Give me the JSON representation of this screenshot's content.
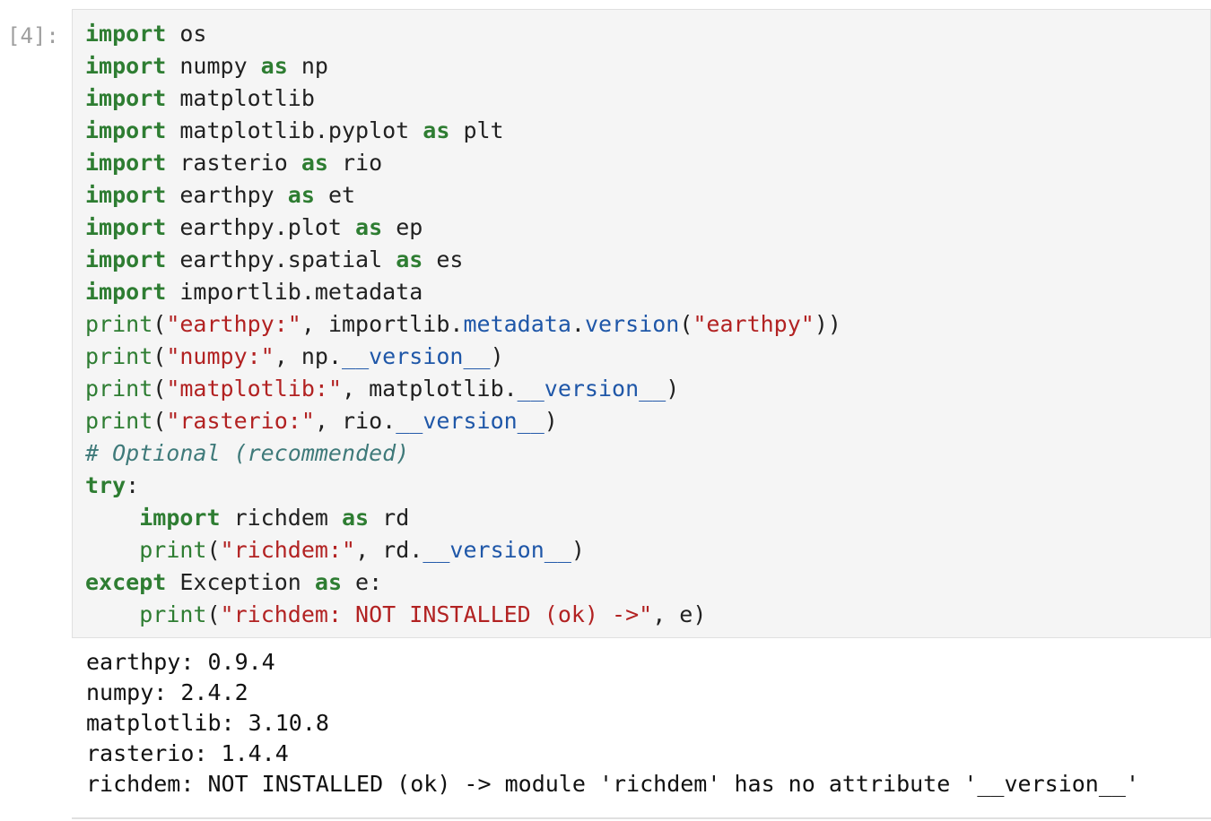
{
  "cell": {
    "prompt": "[4]:",
    "code_lines": [
      [
        {
          "c": "kw",
          "t": "import"
        },
        {
          "c": "",
          "t": " os"
        }
      ],
      [
        {
          "c": "kw",
          "t": "import"
        },
        {
          "c": "",
          "t": " numpy "
        },
        {
          "c": "kw",
          "t": "as"
        },
        {
          "c": "",
          "t": " np"
        }
      ],
      [
        {
          "c": "kw",
          "t": "import"
        },
        {
          "c": "",
          "t": " matplotlib"
        }
      ],
      [
        {
          "c": "kw",
          "t": "import"
        },
        {
          "c": "",
          "t": " matplotlib.pyplot "
        },
        {
          "c": "kw",
          "t": "as"
        },
        {
          "c": "",
          "t": " plt"
        }
      ],
      [
        {
          "c": "kw",
          "t": "import"
        },
        {
          "c": "",
          "t": " rasterio "
        },
        {
          "c": "kw",
          "t": "as"
        },
        {
          "c": "",
          "t": " rio"
        }
      ],
      [
        {
          "c": "kw",
          "t": "import"
        },
        {
          "c": "",
          "t": " earthpy "
        },
        {
          "c": "kw",
          "t": "as"
        },
        {
          "c": "",
          "t": " et"
        }
      ],
      [
        {
          "c": "kw",
          "t": "import"
        },
        {
          "c": "",
          "t": " earthpy.plot "
        },
        {
          "c": "kw",
          "t": "as"
        },
        {
          "c": "",
          "t": " ep"
        }
      ],
      [
        {
          "c": "kw",
          "t": "import"
        },
        {
          "c": "",
          "t": " earthpy.spatial "
        },
        {
          "c": "kw",
          "t": "as"
        },
        {
          "c": "",
          "t": " es"
        }
      ],
      [
        {
          "c": "kw",
          "t": "import"
        },
        {
          "c": "",
          "t": " importlib.metadata"
        }
      ],
      [
        {
          "c": "bi",
          "t": "print"
        },
        {
          "c": "",
          "t": "("
        },
        {
          "c": "str",
          "t": "\"earthpy:\""
        },
        {
          "c": "",
          "t": ", importlib."
        },
        {
          "c": "attr",
          "t": "metadata"
        },
        {
          "c": "",
          "t": "."
        },
        {
          "c": "attr",
          "t": "version"
        },
        {
          "c": "",
          "t": "("
        },
        {
          "c": "str",
          "t": "\"earthpy\""
        },
        {
          "c": "",
          "t": "))"
        }
      ],
      [
        {
          "c": "bi",
          "t": "print"
        },
        {
          "c": "",
          "t": "("
        },
        {
          "c": "str",
          "t": "\"numpy:\""
        },
        {
          "c": "",
          "t": ", np."
        },
        {
          "c": "attr",
          "t": "__version__"
        },
        {
          "c": "",
          "t": ")"
        }
      ],
      [
        {
          "c": "bi",
          "t": "print"
        },
        {
          "c": "",
          "t": "("
        },
        {
          "c": "str",
          "t": "\"matplotlib:\""
        },
        {
          "c": "",
          "t": ", matplotlib."
        },
        {
          "c": "attr",
          "t": "__version__"
        },
        {
          "c": "",
          "t": ")"
        }
      ],
      [
        {
          "c": "bi",
          "t": "print"
        },
        {
          "c": "",
          "t": "("
        },
        {
          "c": "str",
          "t": "\"rasterio:\""
        },
        {
          "c": "",
          "t": ", rio."
        },
        {
          "c": "attr",
          "t": "__version__"
        },
        {
          "c": "",
          "t": ")"
        }
      ],
      [
        {
          "c": "cm",
          "t": "# Optional (recommended)"
        }
      ],
      [
        {
          "c": "kw",
          "t": "try"
        },
        {
          "c": "",
          "t": ":"
        }
      ],
      [
        {
          "c": "",
          "t": "    "
        },
        {
          "c": "kw",
          "t": "import"
        },
        {
          "c": "",
          "t": " richdem "
        },
        {
          "c": "kw",
          "t": "as"
        },
        {
          "c": "",
          "t": " rd"
        }
      ],
      [
        {
          "c": "",
          "t": "    "
        },
        {
          "c": "bi",
          "t": "print"
        },
        {
          "c": "",
          "t": "("
        },
        {
          "c": "str",
          "t": "\"richdem:\""
        },
        {
          "c": "",
          "t": ", rd."
        },
        {
          "c": "attr",
          "t": "__version__"
        },
        {
          "c": "",
          "t": ")"
        }
      ],
      [
        {
          "c": "kw",
          "t": "except"
        },
        {
          "c": "",
          "t": " Exception "
        },
        {
          "c": "kw",
          "t": "as"
        },
        {
          "c": "",
          "t": " e:"
        }
      ],
      [
        {
          "c": "",
          "t": "    "
        },
        {
          "c": "bi",
          "t": "print"
        },
        {
          "c": "",
          "t": "("
        },
        {
          "c": "str",
          "t": "\"richdem: NOT INSTALLED (ok) ->\""
        },
        {
          "c": "",
          "t": ", e)"
        }
      ]
    ],
    "output_lines": [
      "earthpy: 0.9.4",
      "numpy: 2.4.2",
      "matplotlib: 3.10.8",
      "rasterio: 1.4.4",
      "richdem: NOT INSTALLED (ok) -> module 'richdem' has no attribute '__version__'"
    ]
  }
}
